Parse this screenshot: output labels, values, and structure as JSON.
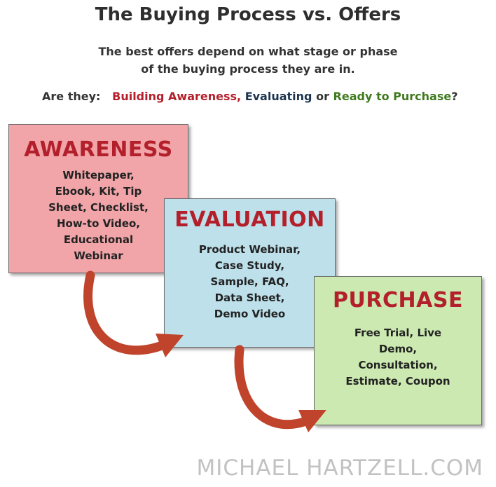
{
  "title": "The Buying Process vs. Offers",
  "subtitle_line1": "The best offers depend on what stage or phase",
  "subtitle_line2": "of the buying process they are in.",
  "question": {
    "prefix": "Are they:   ",
    "awareness": "Building Awareness,",
    "space": " ",
    "evaluating": "Evaluating",
    "or": " or ",
    "purchase": "Ready to Purchase",
    "end": "?"
  },
  "stages": [
    {
      "title": "AWARENESS",
      "items": [
        "Whitepaper,",
        "Ebook, Kit, Tip",
        "Sheet, Checklist,",
        "How-to Video,",
        "Educational",
        "Webinar"
      ]
    },
    {
      "title": "EVALUATION",
      "items": [
        "Product Webinar,",
        "Case Study,",
        "Sample, FAQ,",
        "Data Sheet,",
        "Demo Video"
      ]
    },
    {
      "title": "PURCHASE",
      "items": [
        "Free Trial, Live",
        "Demo,",
        "Consultation,",
        "Estimate, Coupon"
      ]
    }
  ],
  "watermark": "MICHAEL HARTZELL.COM",
  "colors": {
    "awareness_fill": "#f1a5a9",
    "evaluation_fill": "#bde0ea",
    "purchase_fill": "#cbe9b0",
    "stage_title": "#b3202b",
    "arrow": "#c0432c"
  }
}
